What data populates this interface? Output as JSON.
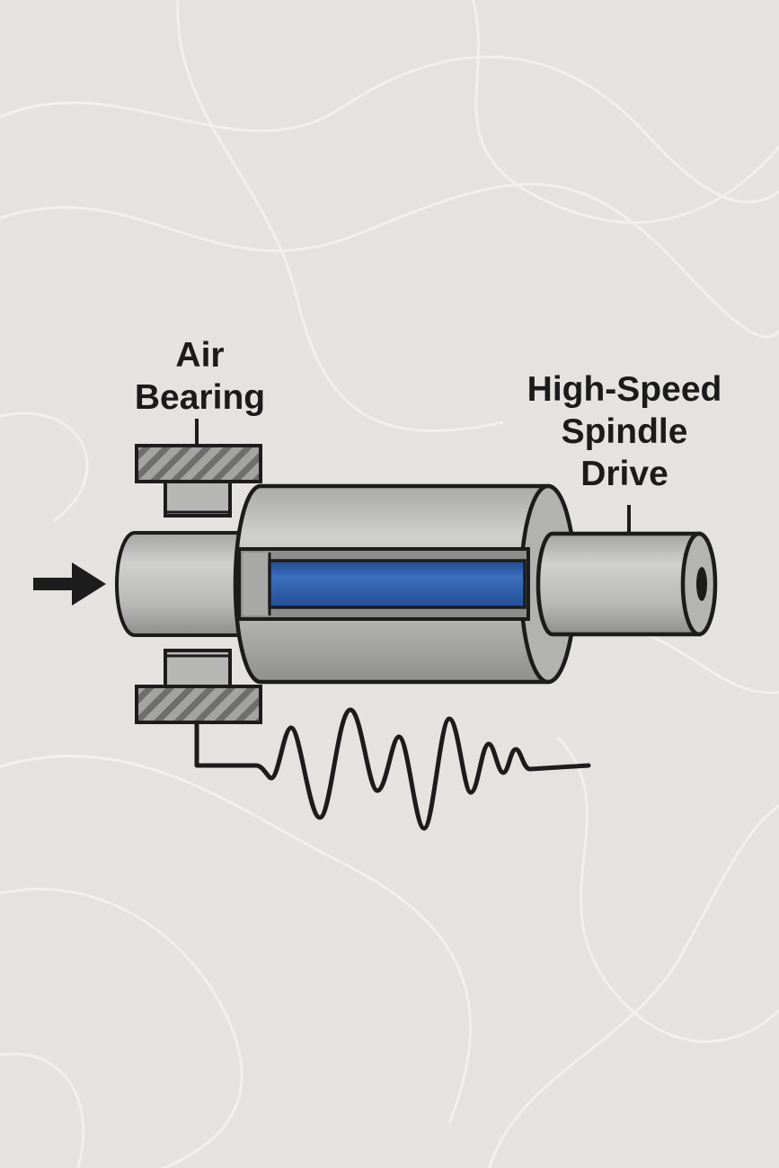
{
  "labels": {
    "air_bearing": [
      "Air",
      "Bearing"
    ],
    "spindle_drive": [
      "High-Speed",
      "Spindle",
      "Drive"
    ]
  },
  "icons": {
    "input_arrow": "arrow-right-icon",
    "vibration": "vibration-waveform-icon"
  },
  "colors": {
    "background": "#e4e3df",
    "outline": "#1c1c1c",
    "metal": "#bdbdbb",
    "metal_dark": "#9a9a98",
    "bearing_hatch": "#8a8a88",
    "core": "#2f5fa8",
    "contour": "#f2f1ee"
  }
}
